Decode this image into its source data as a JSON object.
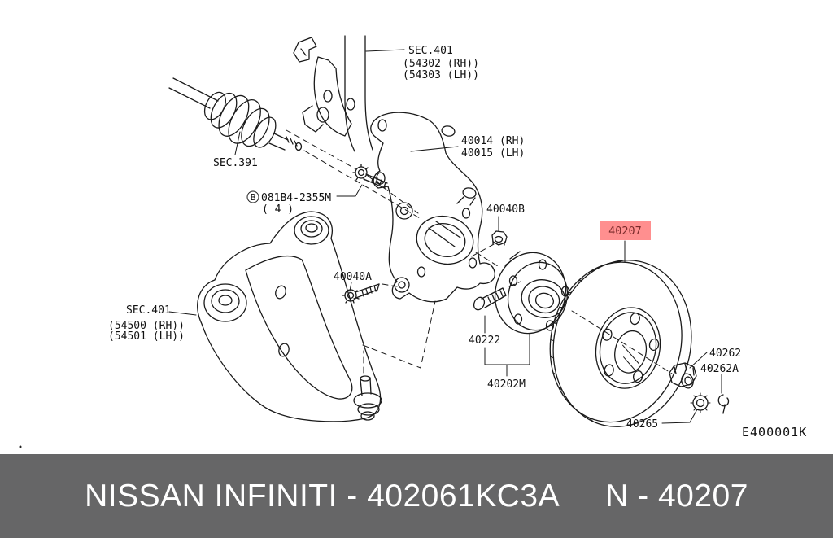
{
  "diagram": {
    "code": "E400001K",
    "line_color": "#1a1a1a",
    "background_color": "#ffffff",
    "highlight": {
      "part_number": "40207",
      "bg_color": "#ff8f8f",
      "text_color": "#7b2b2b"
    },
    "labels": {
      "strut_section": "SEC.401",
      "strut_rh": "(54302 (RH))",
      "strut_lh": "(54303 (LH))",
      "knuckle_rh": "40014 (RH)",
      "knuckle_lh": "40015 (LH)",
      "axle_section": "SEC.391",
      "bolt_b_prefix": "B",
      "bolt_b_part": "081B4-2355M",
      "bolt_b_qty": "( 4 )",
      "nut_upper": "40040B",
      "bolt_lower": "40040A",
      "arm_section": "SEC.401",
      "arm_rh": "(54500 (RH))",
      "arm_lh": "(54501 (LH))",
      "wheel_stud": "40222",
      "hub_assembly": "40202M",
      "axle_nut": "40262",
      "clip": "40262A",
      "lock_washer": "40265"
    }
  },
  "footer": {
    "brand_part": "NISSAN INFINITI - 402061KC3A",
    "part_ref": "N - 40207",
    "bg_color": "#666667",
    "text_color": "#ffffff"
  }
}
